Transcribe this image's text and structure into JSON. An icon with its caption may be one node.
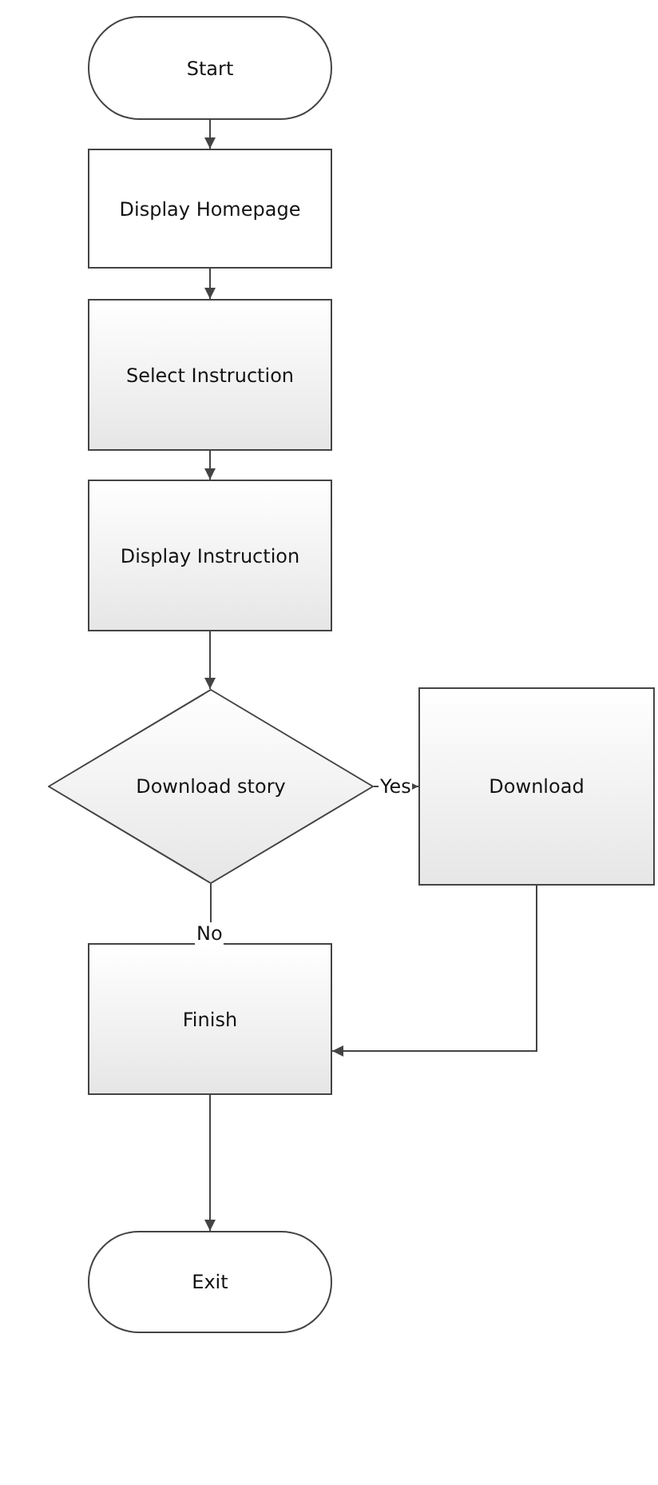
{
  "diagram": {
    "nodes": [
      {
        "text": [
          "Start"
        ]
      },
      {
        "text": [
          "Display Homepage"
        ]
      },
      {
        "text": [
          "Select Instruction"
        ]
      },
      {
        "text": [
          "Display Instruction"
        ]
      },
      {
        "text": [
          "Download story"
        ]
      },
      {
        "text": [
          "Download"
        ]
      },
      {
        "text": [
          "Finish"
        ]
      },
      {
        "text": [
          "Exit"
        ]
      }
    ],
    "edges": [
      {
        "from": 0,
        "to": 1,
        "arrow": "to"
      },
      {
        "from": 1,
        "to": 2,
        "arrow": "to"
      },
      {
        "from": 2,
        "to": 3,
        "arrow": "to"
      },
      {
        "from": 3,
        "to": 4,
        "arrow": "to"
      },
      {
        "from": 4,
        "to": 5,
        "arrow": "to",
        "label": "Yes"
      },
      {
        "from": 4,
        "to": 6,
        "arrow": "to",
        "label": "No"
      },
      {
        "from": 5,
        "to": 6,
        "arrow": "to"
      },
      {
        "from": 6,
        "to": 7,
        "arrow": "to"
      }
    ]
  }
}
